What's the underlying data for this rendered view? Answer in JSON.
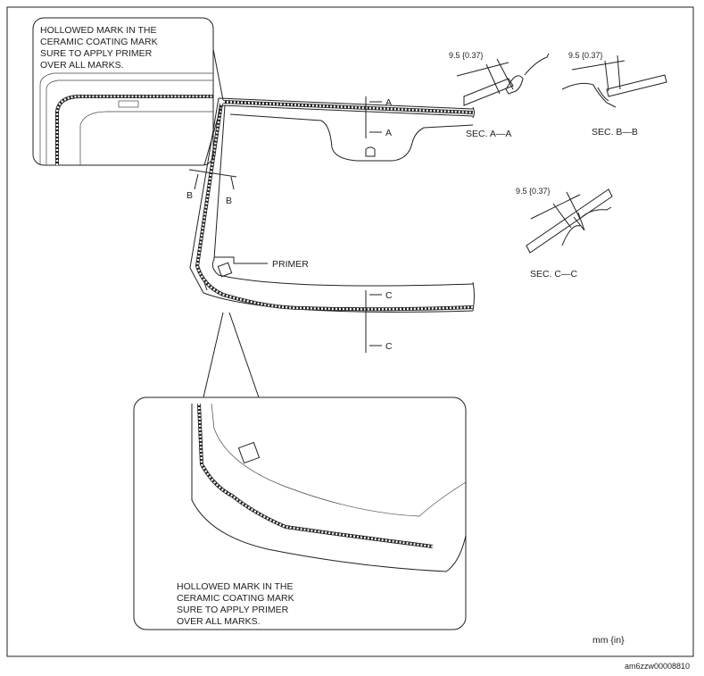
{
  "callout_top": [
    "HOLLOWED MARK IN THE",
    "CERAMIC COATING MARK",
    "SURE TO APPLY PRIMER",
    "OVER ALL MARKS."
  ],
  "callout_bottom": [
    "HOLLOWED MARK IN THE",
    "CERAMIC COATING MARK",
    "SURE TO APPLY PRIMER",
    "OVER ALL MARKS."
  ],
  "primer_label": "PRIMER",
  "section_marks": {
    "a": "A",
    "b": "B",
    "c": "C"
  },
  "sections": [
    {
      "title": "SEC. A—A",
      "dimension": "9.5 {0.37}"
    },
    {
      "title": "SEC. B—B",
      "dimension": "9.5 {0.37}"
    },
    {
      "title": "SEC. C—C",
      "dimension": "9.5 {0.37}"
    }
  ],
  "units": "mm {in}",
  "figure_id": "am6zzw00008810"
}
